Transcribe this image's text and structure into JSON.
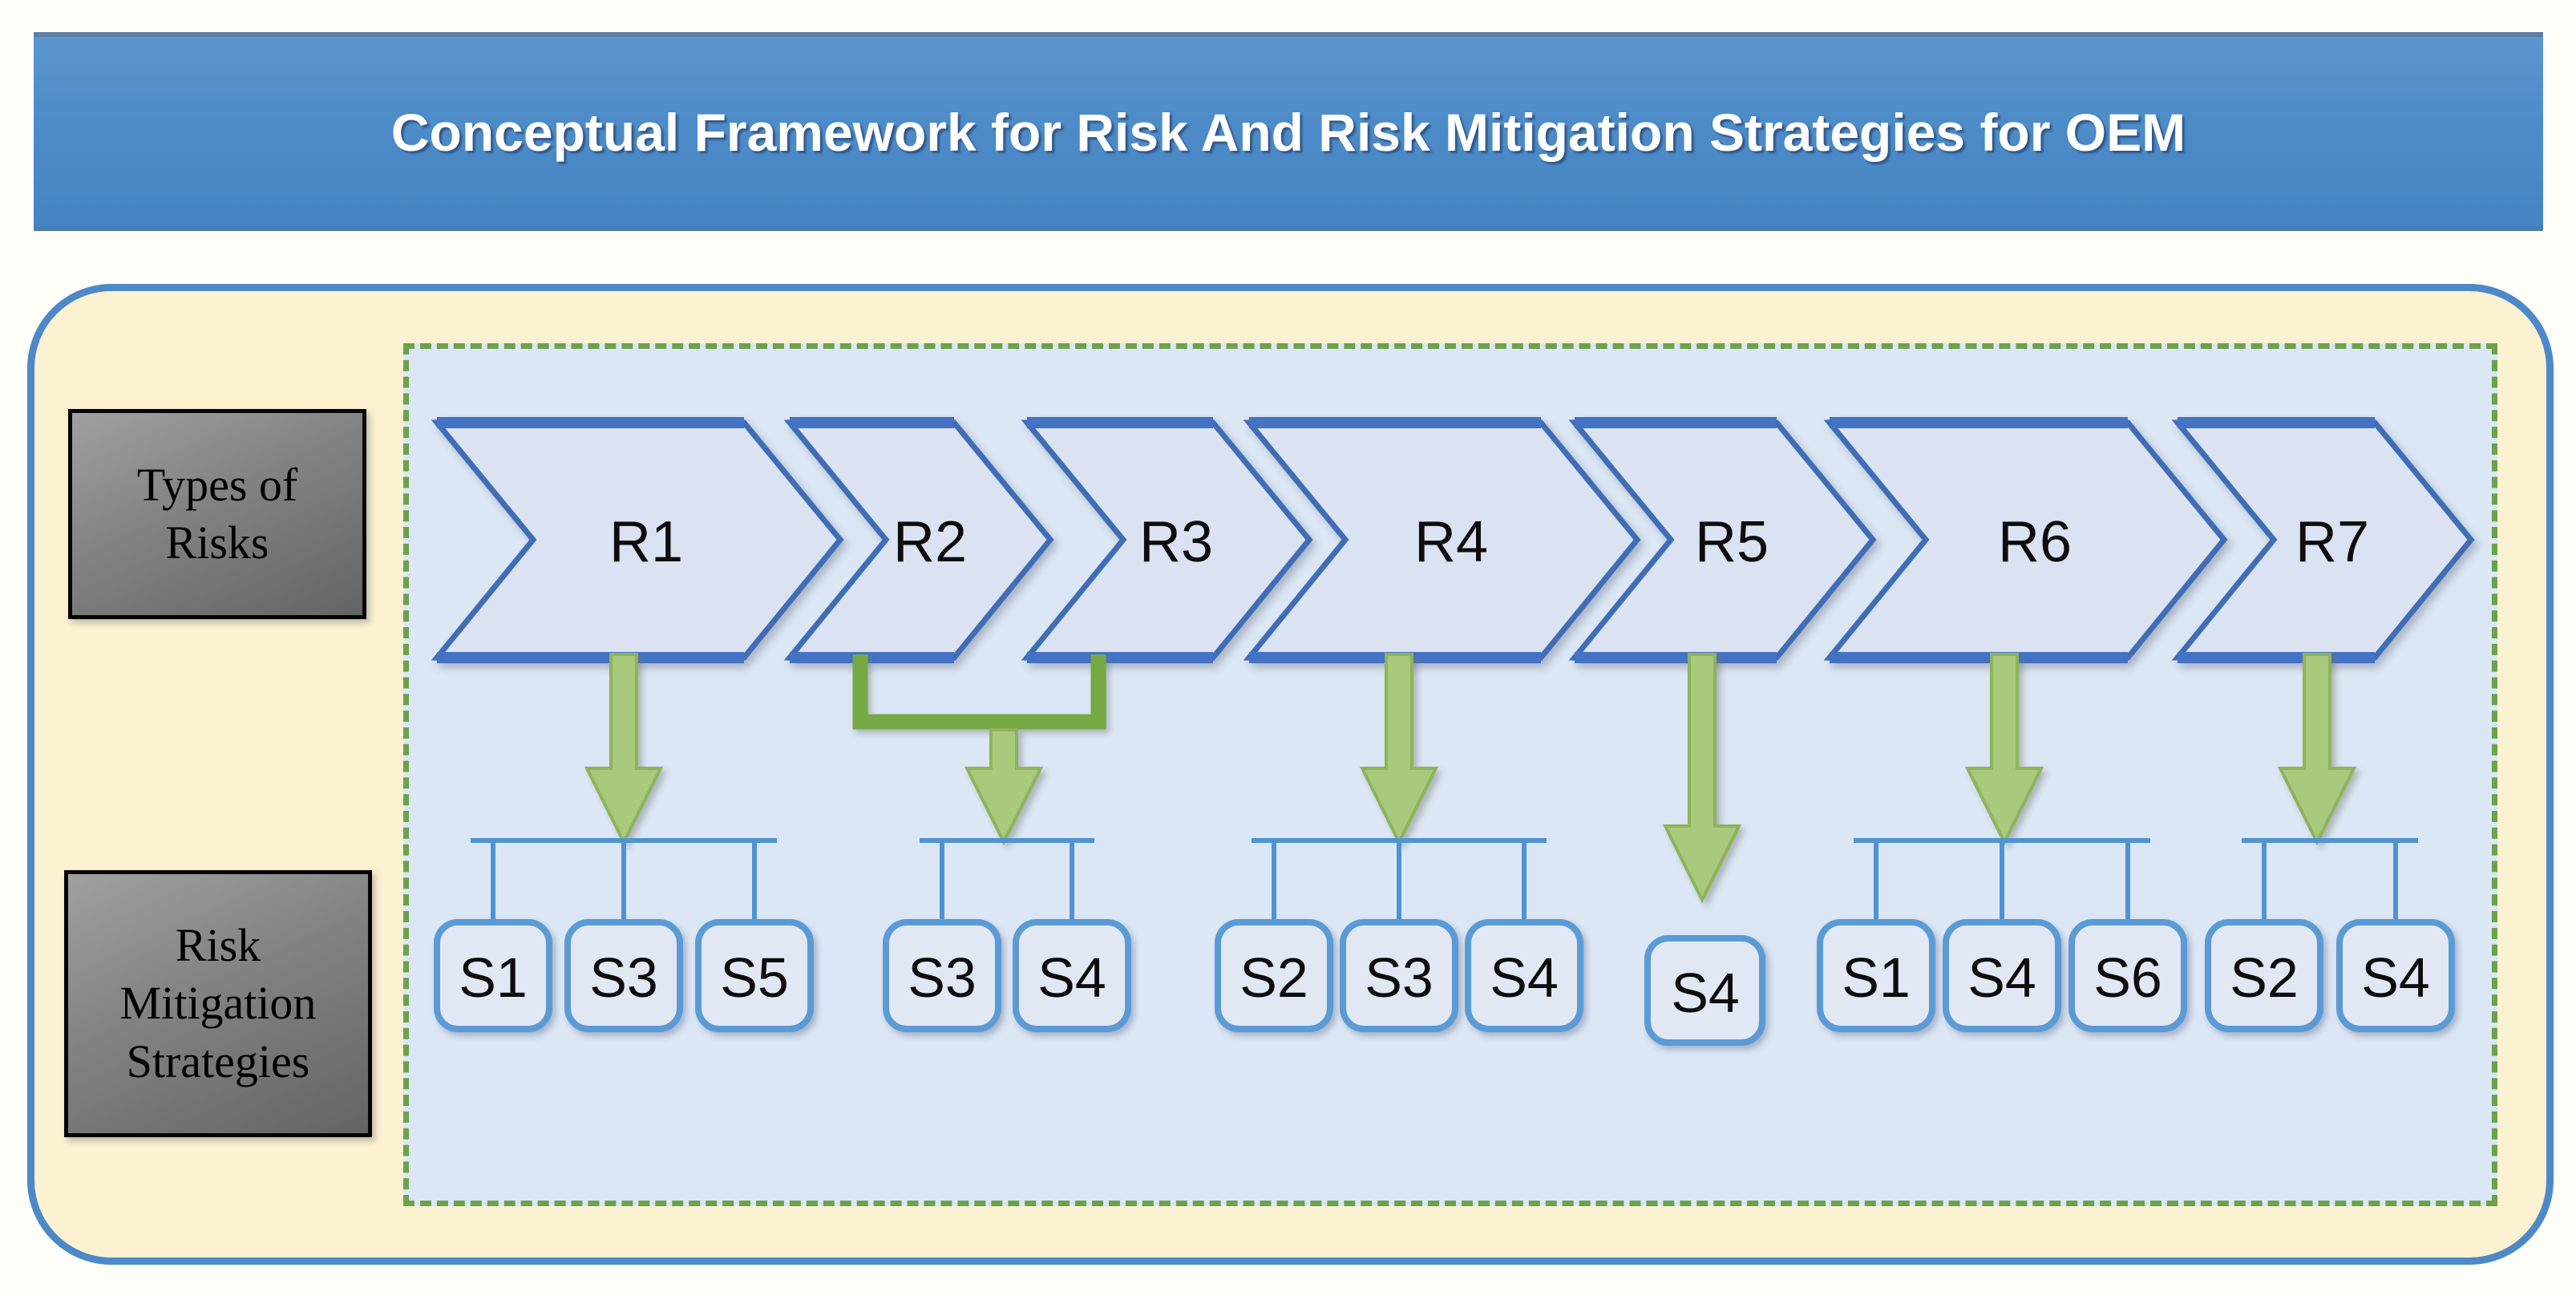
{
  "title": "Conceptual Framework for Risk And Risk Mitigation Strategies for OEM",
  "labels": {
    "types_of_risks": "Types of\nRisks",
    "risk_mitigation": "Risk\nMitigation\nStrategies"
  },
  "risks": {
    "items": [
      {
        "label": "R1"
      },
      {
        "label": "R2"
      },
      {
        "label": "R3"
      },
      {
        "label": "R4"
      },
      {
        "label": "R5"
      },
      {
        "label": "R6"
      },
      {
        "label": "R7"
      }
    ]
  },
  "strategy_groups": [
    {
      "source": "R1",
      "items": [
        "S1",
        "S3",
        "S5"
      ]
    },
    {
      "source": "R2+R3",
      "items": [
        "S3",
        "S4"
      ]
    },
    {
      "source": "R4",
      "items": [
        "S2",
        "S3",
        "S4"
      ]
    },
    {
      "source": "R5",
      "items": [
        "S4"
      ]
    },
    {
      "source": "R6",
      "items": [
        "S1",
        "S4",
        "S6"
      ]
    },
    {
      "source": "R7",
      "items": [
        "S2",
        "S4"
      ]
    }
  ],
  "colors": {
    "banner_blue": "#4d8cc8",
    "frame_border_blue": "#4d89c9",
    "frame_fill_cream": "#fcf1d1",
    "dashed_border_green": "#6ba24a",
    "diagram_fill_blue": "#dce7f5",
    "chevron_fill": "#dbe2f1",
    "chevron_border": "#3f6db6",
    "arrow_green": "#a9c97d",
    "bracket_green": "#76a943",
    "connector_blue": "#4f93d2",
    "strategy_box_fill": "#e2e8f3",
    "strategy_box_border": "#5b9bd5",
    "label_box_gray": "#828282"
  }
}
